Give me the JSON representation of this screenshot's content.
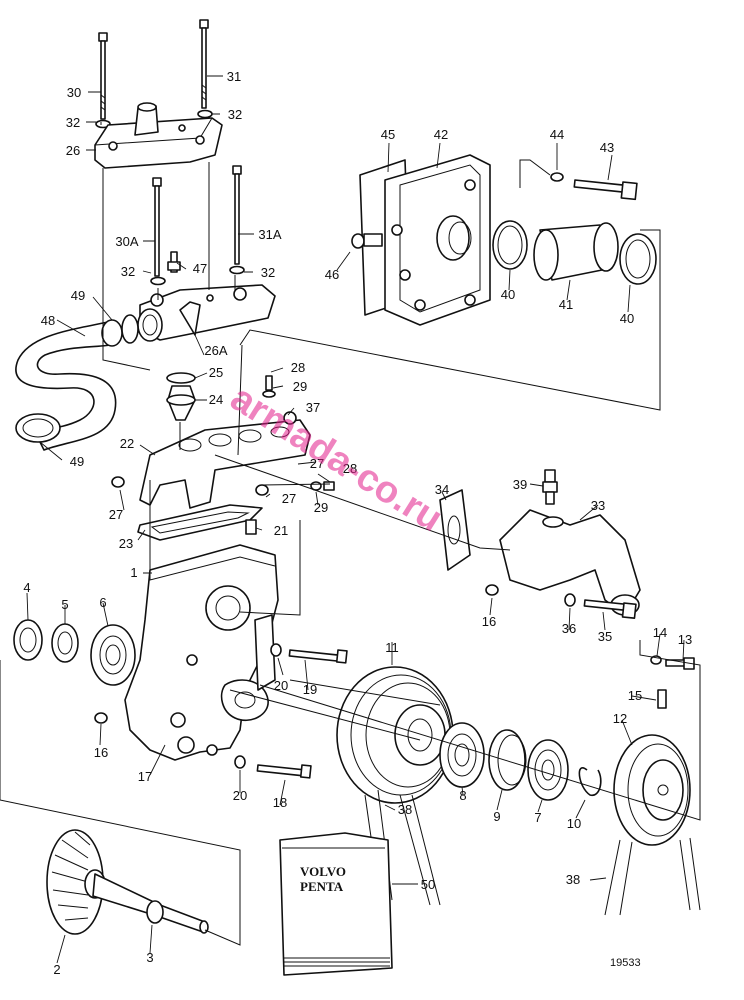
{
  "watermark": "armada-co.ru",
  "drawing_number": "19533",
  "manual_brand_line1": "VOLVO",
  "manual_brand_line2": "PENTA",
  "callouts": [
    "30",
    "31",
    "32",
    "32",
    "26",
    "30A",
    "31A",
    "47",
    "32",
    "32",
    "49",
    "48",
    "26A",
    "49",
    "25",
    "24",
    "22",
    "27",
    "23",
    "21",
    "1",
    "28",
    "29",
    "37",
    "27",
    "28",
    "27",
    "29",
    "45",
    "42",
    "44",
    "43",
    "46",
    "40",
    "41",
    "40",
    "34",
    "39",
    "33",
    "16",
    "36",
    "35",
    "4",
    "5",
    "6",
    "20",
    "19",
    "16",
    "17",
    "20",
    "18",
    "11",
    "8",
    "9",
    "7",
    "10",
    "38",
    "14",
    "13",
    "15",
    "12",
    "38",
    "2",
    "3",
    "50"
  ]
}
